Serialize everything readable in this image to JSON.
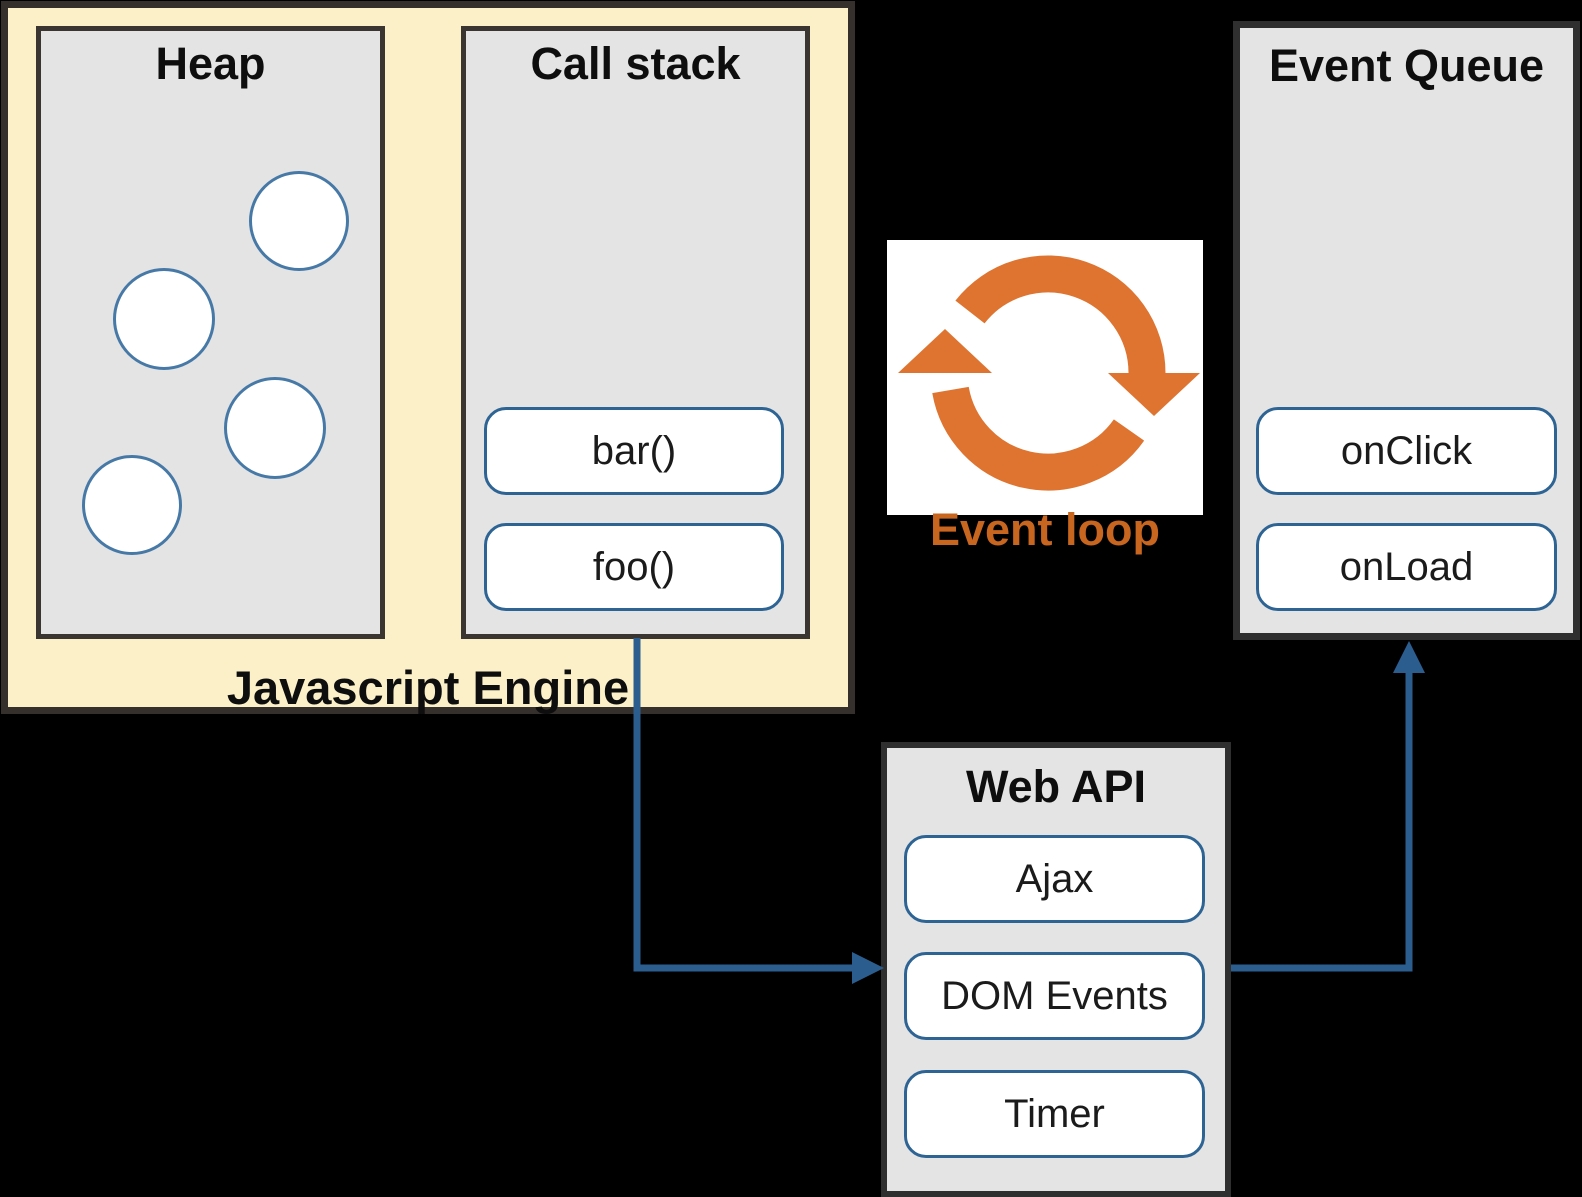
{
  "diagram": {
    "javascript_engine": {
      "label": "Javascript Engine",
      "heap": {
        "title": "Heap",
        "object_count": 4
      },
      "call_stack": {
        "title": "Call stack",
        "frames": [
          "bar()",
          "foo()"
        ]
      }
    },
    "event_loop": {
      "label": "Event loop",
      "icon": "cycle-arrows-icon"
    },
    "event_queue": {
      "title": "Event Queue",
      "items": [
        "onClick",
        "onLoad"
      ]
    },
    "web_api": {
      "title": "Web API",
      "items": [
        "Ajax",
        "DOM Events",
        "Timer"
      ]
    },
    "connections": [
      {
        "from": "call-stack",
        "to": "web-api"
      },
      {
        "from": "web-api",
        "to": "event-queue"
      }
    ],
    "colors": {
      "background": "#000000",
      "engine_fill": "#FCF0C8",
      "panel_fill": "#E4E4E4",
      "panel_border": "#3B3531",
      "pill_border": "#2E6494",
      "circle_border": "#4779A7",
      "arrow_blue": "#2B5E8E",
      "event_loop_orange": "#DE7430",
      "event_loop_text_orange": "#C8651F"
    }
  }
}
